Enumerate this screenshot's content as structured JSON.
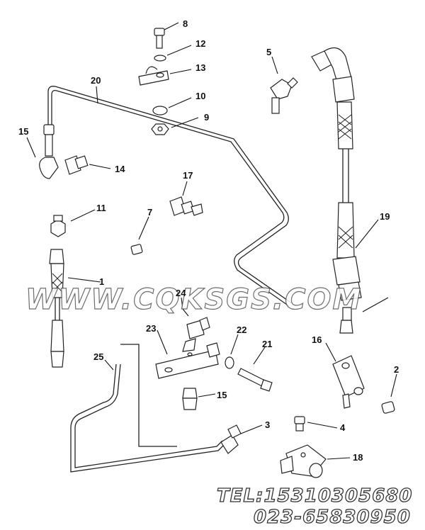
{
  "callouts": [
    {
      "id": "c8",
      "label": "8"
    },
    {
      "id": "c12",
      "label": "12"
    },
    {
      "id": "c13",
      "label": "13"
    },
    {
      "id": "c10",
      "label": "10"
    },
    {
      "id": "c9",
      "label": "9"
    },
    {
      "id": "c5",
      "label": "5"
    },
    {
      "id": "c20",
      "label": "20"
    },
    {
      "id": "c15a",
      "label": "15"
    },
    {
      "id": "c14",
      "label": "14"
    },
    {
      "id": "c17",
      "label": "17"
    },
    {
      "id": "c11",
      "label": "11"
    },
    {
      "id": "c7",
      "label": "7"
    },
    {
      "id": "c1",
      "label": "1"
    },
    {
      "id": "c19",
      "label": "19"
    },
    {
      "id": "c24",
      "label": "24"
    },
    {
      "id": "c23",
      "label": "23"
    },
    {
      "id": "c22",
      "label": "22"
    },
    {
      "id": "c21",
      "label": "21"
    },
    {
      "id": "c16",
      "label": "16"
    },
    {
      "id": "c2",
      "label": "2"
    },
    {
      "id": "c25",
      "label": "25"
    },
    {
      "id": "c15b",
      "label": "15"
    },
    {
      "id": "c3",
      "label": "3"
    },
    {
      "id": "c4",
      "label": "4"
    },
    {
      "id": "c18",
      "label": "18"
    }
  ],
  "watermark": "WWW.CQKSGS.COM",
  "contact": {
    "phone": "TEL:15310305680",
    "landline": "023-65830950"
  }
}
